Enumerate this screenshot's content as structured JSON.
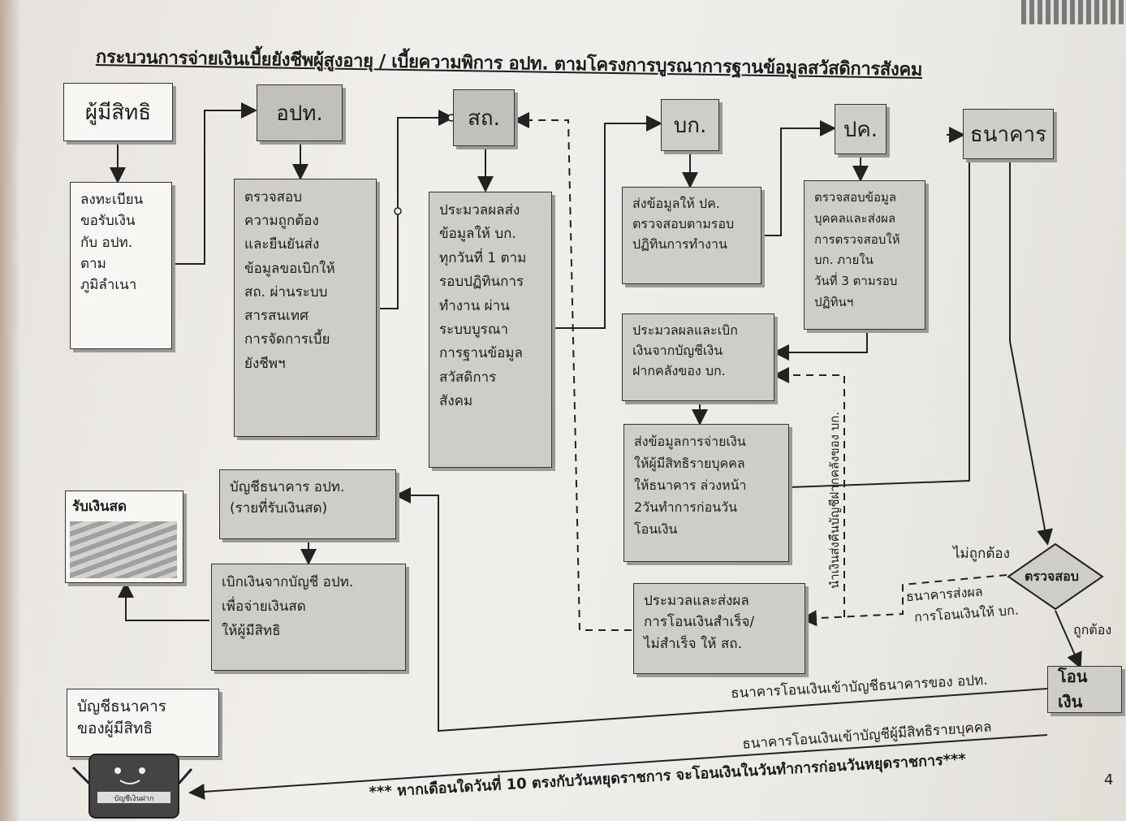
{
  "title": "กระบวนการจ่ายเงินเบี้ยยังชีพผู้สูงอายุ / เบี้ยความพิการ อปท. ตามโครงการบูรณาการฐานข้อมูลสวัสดิการสังคม",
  "headers": {
    "beneficiary": "ผู้มีสิทธิ",
    "lao": "อปท.",
    "dla": "สถ.",
    "cgd": "บก.",
    "district": "ปค.",
    "bank": "ธนาคาร"
  },
  "steps": {
    "register": [
      "ลงทะเบียน",
      "ขอรับเงิน",
      "กับ อปท.",
      "ตาม",
      "ภูมิลำเนา"
    ],
    "verify": [
      "ตรวจสอบ",
      "ความถูกต้อง",
      "และยืนยันส่ง",
      "ข้อมูลขอเบิกให้",
      "สถ. ผ่านระบบ",
      "สารสนเทศ",
      "การจัดการเบี้ย",
      "ยังชีพฯ"
    ],
    "dla_process": [
      "ประมวลผลส่ง",
      "ข้อมูลให้ บก.",
      "ทุกวันที่ 1 ตาม",
      "รอบปฏิทินการ",
      "ทำงาน ผ่าน",
      "ระบบบูรณา",
      "การฐานข้อมูล",
      "สวัสดิการ",
      "สังคม"
    ],
    "send_district": [
      "ส่งข้อมูลให้ ปค.",
      "ตรวจสอบตามรอบ",
      "ปฏิทินการทำงาน"
    ],
    "district_check": [
      "ตรวจสอบข้อมูล",
      "บุคคลและส่งผล",
      "การตรวจสอบให้",
      "บก. ภายใน",
      "วันที่ 3 ตามรอบ",
      "ปฏิทินฯ"
    ],
    "withdraw": [
      "ประมวลผลและเบิก",
      "เงินจากบัญชีเงิน",
      "ฝากคลังของ บก."
    ],
    "send_bank": [
      "ส่งข้อมูลการจ่ายเงิน",
      "ให้ผู้มีสิทธิรายบุคคล",
      "ให้ธนาคาร ล่วงหน้า",
      "2วันทำการก่อนวัน",
      "โอนเงิน"
    ],
    "report": [
      "ประมวลและส่งผล",
      "การโอนเงินสำเร็จ/",
      "ไม่สำเร็จ ให้ สถ."
    ],
    "lao_account": [
      "บัญชีธนาคาร อปท.",
      "(รายที่รับเงินสด)"
    ],
    "withdraw_cash": [
      "เบิกเงินจากบัญชี อปท.",
      "เพื่อจ่ายเงินสด",
      "ให้ผู้มีสิทธิ"
    ],
    "receive_cash": "รับเงินสด",
    "beneficiary_account": [
      "บัญชีธนาคาร",
      "ของผู้มีสิทธิ"
    ],
    "transfer": "โอนเงิน",
    "check": "ตรวจสอบ"
  },
  "labels": {
    "incorrect": "ไม่ถูกต้อง",
    "correct": "ถูกต้อง",
    "bank_report": [
      "ธนาคารส่งผล",
      "การโอนเงินให้ บก."
    ],
    "return_funds": "นำเงินส่งคืนบัญชีฝากคลังของ บก.",
    "to_lao": "ธนาคารโอนเงินเข้าบัญชีธนาคารของ อปท.",
    "to_individual": "ธนาคารโอนเงินเข้าบัญชีผู้มีสิทธิรายบุคคล",
    "footnote": "*** หากเดือนใดวันที่ 10 ตรงกับวันหยุดราชการ จะโอนเงินในวันทำการก่อนวันหยุดราชการ***",
    "account_book_caption": "บัญชีเงินฝาก",
    "page_number": "4"
  }
}
